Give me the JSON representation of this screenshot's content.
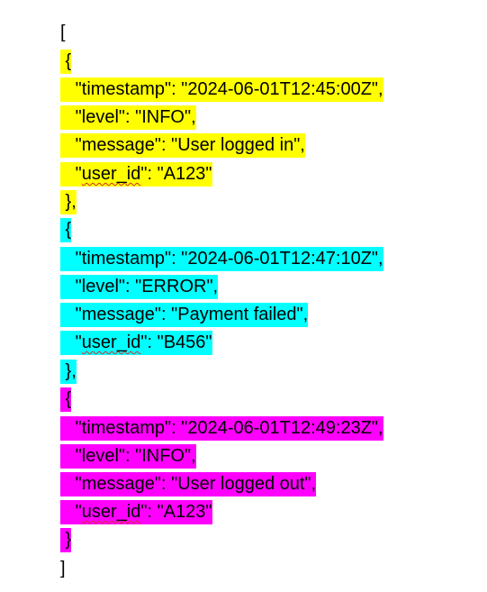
{
  "document": {
    "open_bracket": "[",
    "close_bracket": "]",
    "entries": [
      {
        "highlight": "#ffff00",
        "open": " {",
        "close": " },",
        "timestamp_line": "   \"timestamp\": \"2024-06-01T12:45:00Z\",",
        "level_line": "   \"level\": \"INFO\",",
        "message_line": "   \"message\": \"User logged in\",",
        "userid_prefix": "   \"",
        "userid_key": "user_id",
        "userid_suffix": "\": \"A123\""
      },
      {
        "highlight": "#00ffff",
        "open": " {",
        "close": " },",
        "timestamp_line": "   \"timestamp\": \"2024-06-01T12:47:10Z\",",
        "level_line": "   \"level\": \"ERROR\",",
        "message_line": "   \"message\": \"Payment failed\",",
        "userid_prefix": "   \"",
        "userid_key": "user_id",
        "userid_suffix": "\": \"B456\""
      },
      {
        "highlight": "#ff00ff",
        "open": " {",
        "close": " }",
        "timestamp_line": "   \"timestamp\": \"2024-06-01T12:49:23Z\",",
        "level_line": "   \"level\": \"INFO\",",
        "message_line": "   \"message\": \"User logged out\",",
        "userid_prefix": "   \"",
        "userid_key": "user_id",
        "userid_suffix": "\": \"A123\""
      }
    ]
  }
}
